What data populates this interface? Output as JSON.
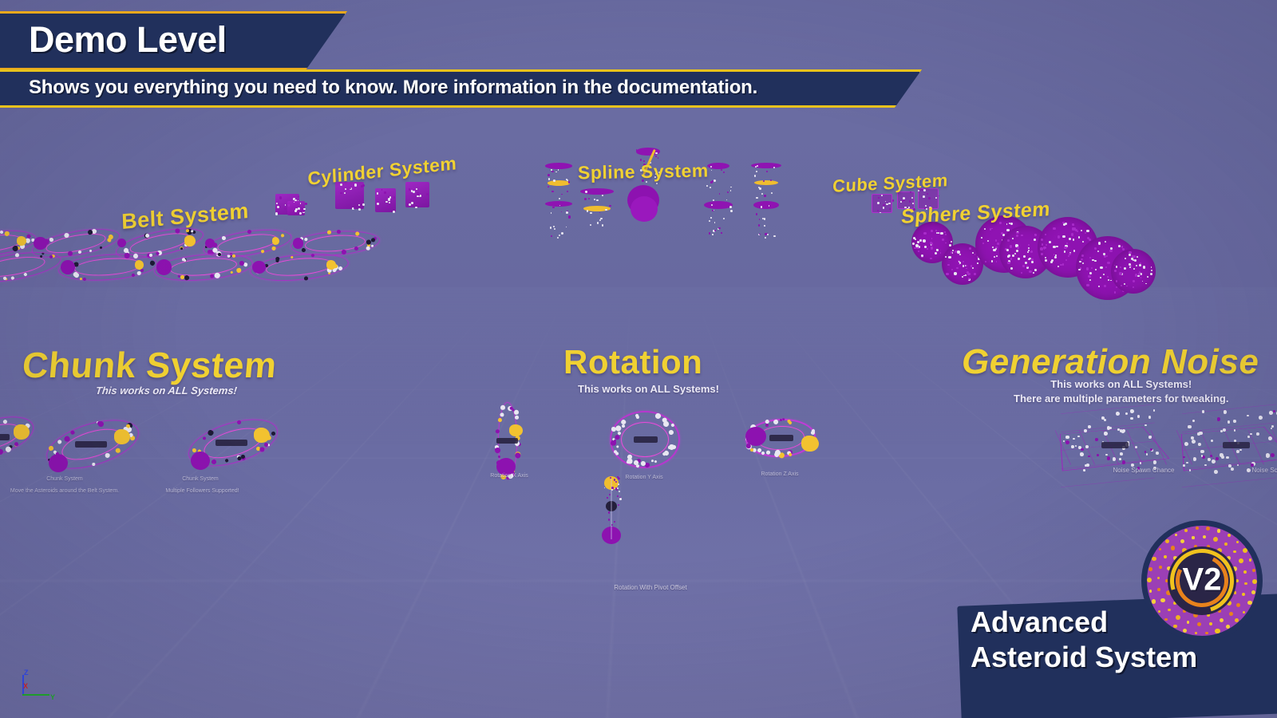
{
  "banner": {
    "title": "Demo Level",
    "subtitle": "Shows you everything you need to know. More information in the documentation."
  },
  "brand": {
    "line1": "Advanced",
    "line2": "Asteroid System",
    "badge_version": "V2"
  },
  "scene": {
    "background_color": "#6a6ca2",
    "accent_yellow": "#f0d132",
    "accent_purple": "#8d12b0",
    "accent_magenta": "#e84bd8",
    "banner_navy": "#21305c",
    "banner_gold": "#e8c21c"
  },
  "sections": {
    "top_row": [
      {
        "id": "belt",
        "label": "Belt System"
      },
      {
        "id": "cylinder",
        "label": "Cylinder System"
      },
      {
        "id": "spline",
        "label": "Spline System"
      },
      {
        "id": "cube",
        "label": "Cube System"
      },
      {
        "id": "sphere",
        "label": "Sphere System"
      }
    ],
    "bottom_row": [
      {
        "id": "chunk",
        "title": "Chunk System",
        "subtitle": "This works on ALL Systems!",
        "item_labels": [
          "Chunk System",
          "Move the Asteroids around the Belt System.",
          "Chunk System",
          "Multiple Followers Supported!"
        ]
      },
      {
        "id": "rotation",
        "title": "Rotation",
        "subtitle": "This works on ALL Systems!",
        "item_labels": [
          "Rotation X Axis",
          "Rotation Y Axis",
          "Rotation Z Axis",
          "Rotation With Pivot Offset"
        ]
      },
      {
        "id": "generation_noise",
        "title": "Generation Noise",
        "subtitle_line1": "This works on ALL Systems!",
        "subtitle_line2": "There are multiple parameters for tweaking.",
        "item_labels": [
          "Noise Spawn Chance",
          "Noise Scale Divisions"
        ]
      }
    ]
  },
  "gizmo": {
    "axis_z": "Z",
    "axis_y": "Y",
    "axis_x": "X",
    "color_z": "#2e43d8",
    "color_y": "#1f9c2a",
    "color_x": "#c0202a"
  }
}
